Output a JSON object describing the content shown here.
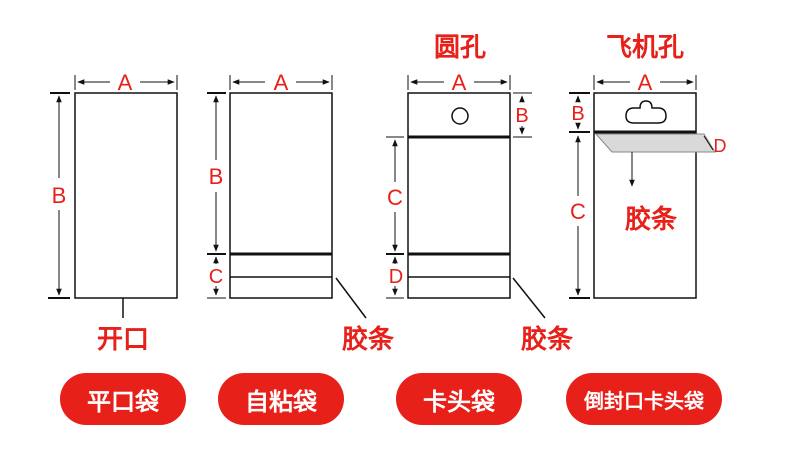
{
  "colors": {
    "red": "#e8201a",
    "line": "#111111",
    "dim": "#333333"
  },
  "labels": {
    "A": "A",
    "B": "B",
    "C": "C",
    "D": "D",
    "open_mouth": "开口",
    "adhesive_strip": "胶条",
    "round_hole": "圆孔",
    "airplane_hole": "飞机孔"
  },
  "bags": [
    {
      "name": "平口袋"
    },
    {
      "name": "自粘袋"
    },
    {
      "name": "卡头袋"
    },
    {
      "name": "倒封口卡头袋"
    }
  ]
}
